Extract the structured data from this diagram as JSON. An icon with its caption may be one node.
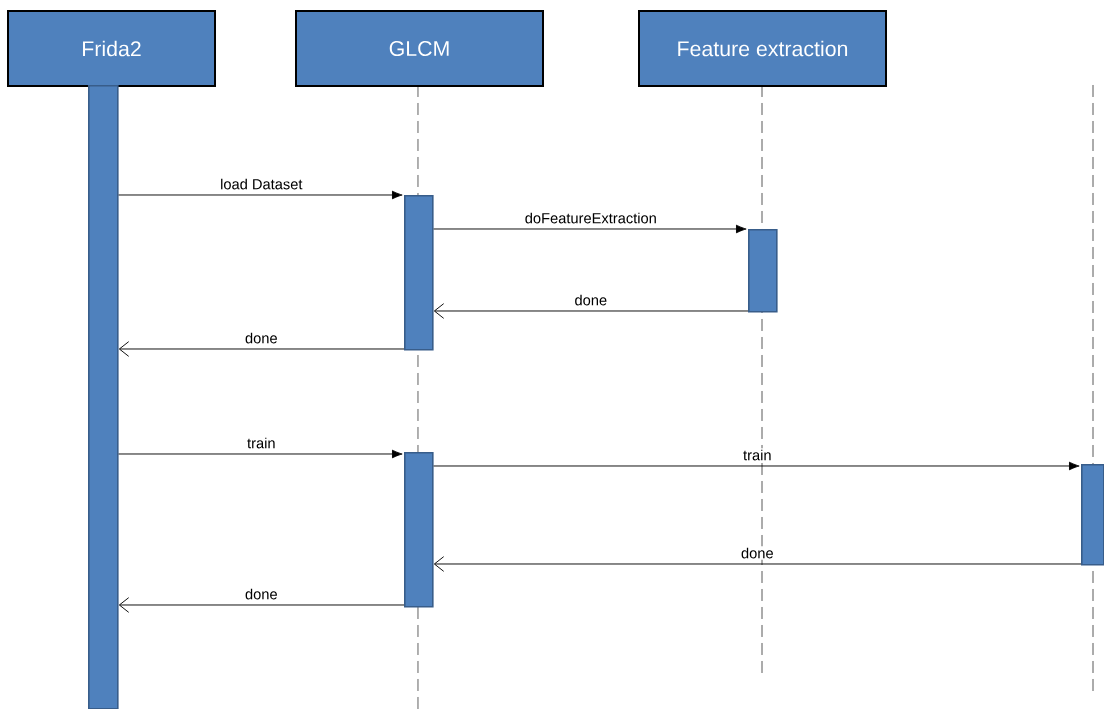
{
  "diagram": {
    "nodes": [
      {
        "text": [
          "Frida2"
        ]
      },
      {
        "text": [
          "GLCM"
        ]
      },
      {
        "text": [
          "Feature extraction"
        ]
      },
      {
        "text": [],
        "shape": "bar"
      },
      {
        "text": [],
        "shape": "bar"
      },
      {
        "text": [],
        "shape": "bar"
      },
      {
        "text": [],
        "shape": "bar"
      },
      {
        "text": [],
        "shape": "bar"
      }
    ],
    "edges": [
      {
        "from": 3,
        "to": 4,
        "arrow": "to",
        "label": "load Dataset"
      },
      {
        "from": 4,
        "to": 5,
        "arrow": "to",
        "label": "doFeatureExtraction"
      },
      {
        "from": 5,
        "to": 4,
        "arrow": "to",
        "label": "done"
      },
      {
        "from": 4,
        "to": 3,
        "arrow": "to",
        "label": "done"
      },
      {
        "from": 3,
        "to": 6,
        "arrow": "to",
        "label": "train"
      },
      {
        "from": 6,
        "to": 7,
        "arrow": "to",
        "label": "train"
      },
      {
        "from": 7,
        "to": 6,
        "arrow": "to",
        "label": "done"
      },
      {
        "from": 6,
        "to": 3,
        "arrow": "to",
        "label": "done"
      }
    ]
  }
}
